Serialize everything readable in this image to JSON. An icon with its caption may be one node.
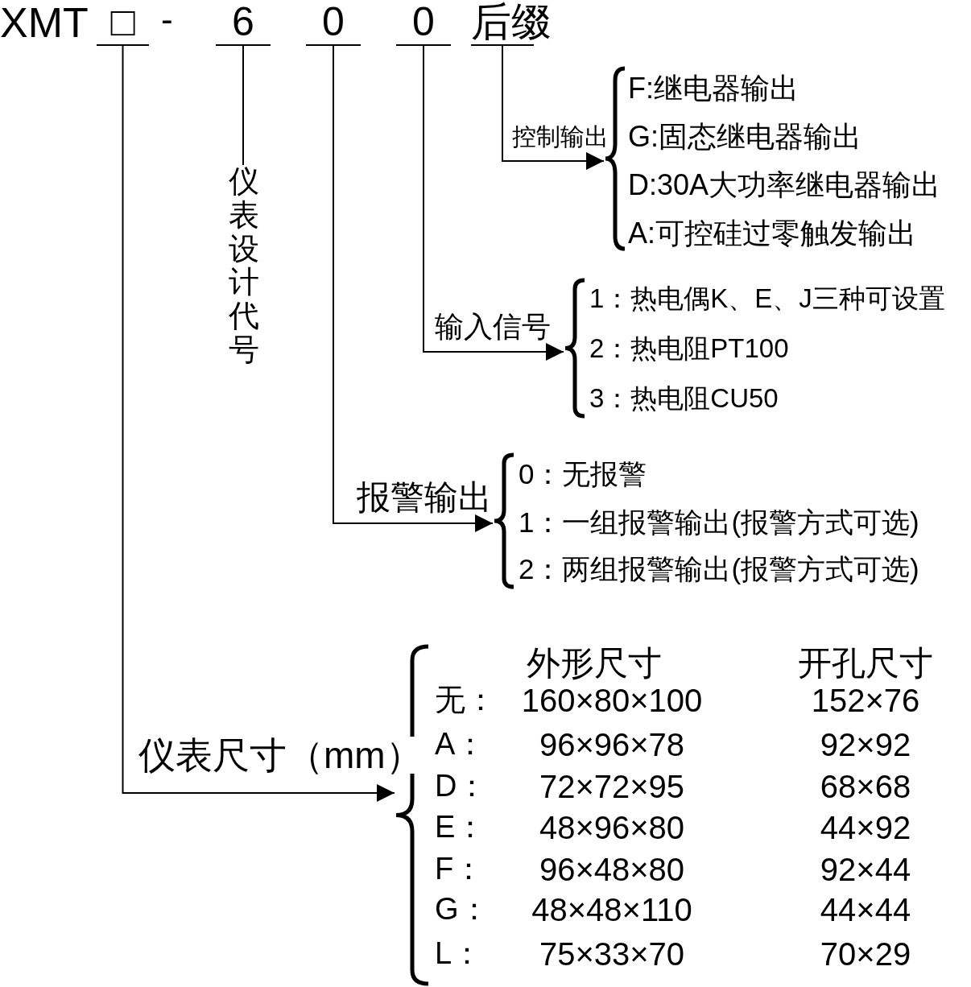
{
  "diagram": {
    "nodes": [
      {
        "text": [
          "□"
        ]
      },
      {
        "text": [
          "6"
        ]
      },
      {
        "text": [
          "0"
        ]
      },
      {
        "text": [
          "0"
        ]
      },
      {
        "text": [
          "后缀"
        ]
      },
      {
        "text": [
          "仪表设计代号"
        ]
      },
      {
        "text": [
          "F:继电器输出",
          "G:固态继电器输出",
          "D:30A大功率继电器输出",
          "A:可控硅过零触发输出"
        ]
      },
      {
        "text": [
          "1：热电偶K、E、J三种可设置",
          "2：热电阻PT100",
          "3：热电阻CU50"
        ]
      },
      {
        "text": [
          "0：无报警",
          "1：一组报警输出(报警方式可选)",
          "2：两组报警输出(报警方式可选)"
        ]
      },
      {
        "text": [
          "外形尺寸",
          "开孔尺寸",
          "无：",
          "160×80×100",
          "152×76",
          "A：",
          "96×96×78",
          "92×92",
          "D：",
          "72×72×95",
          "68×68",
          "E：",
          "48×96×80",
          "44×92",
          "F：",
          "96×48×80",
          "92×44",
          "G：",
          "48×48×110",
          "44×44",
          "L：",
          "75×33×70",
          "70×29"
        ]
      }
    ],
    "edges": [
      {
        "from": 4,
        "to": 6,
        "arrow": "to",
        "label": "控制输出"
      },
      {
        "from": 3,
        "to": 7,
        "arrow": "to",
        "label": "输入信号"
      },
      {
        "from": 2,
        "to": 8,
        "arrow": "to",
        "label": "报警输出"
      },
      {
        "from": 0,
        "to": 9,
        "arrow": "to",
        "label": "仪表尺寸（mm）"
      },
      {
        "from": 1,
        "to": 5,
        "arrow": "none"
      }
    ],
    "labels": [
      "XMT",
      "-"
    ]
  }
}
